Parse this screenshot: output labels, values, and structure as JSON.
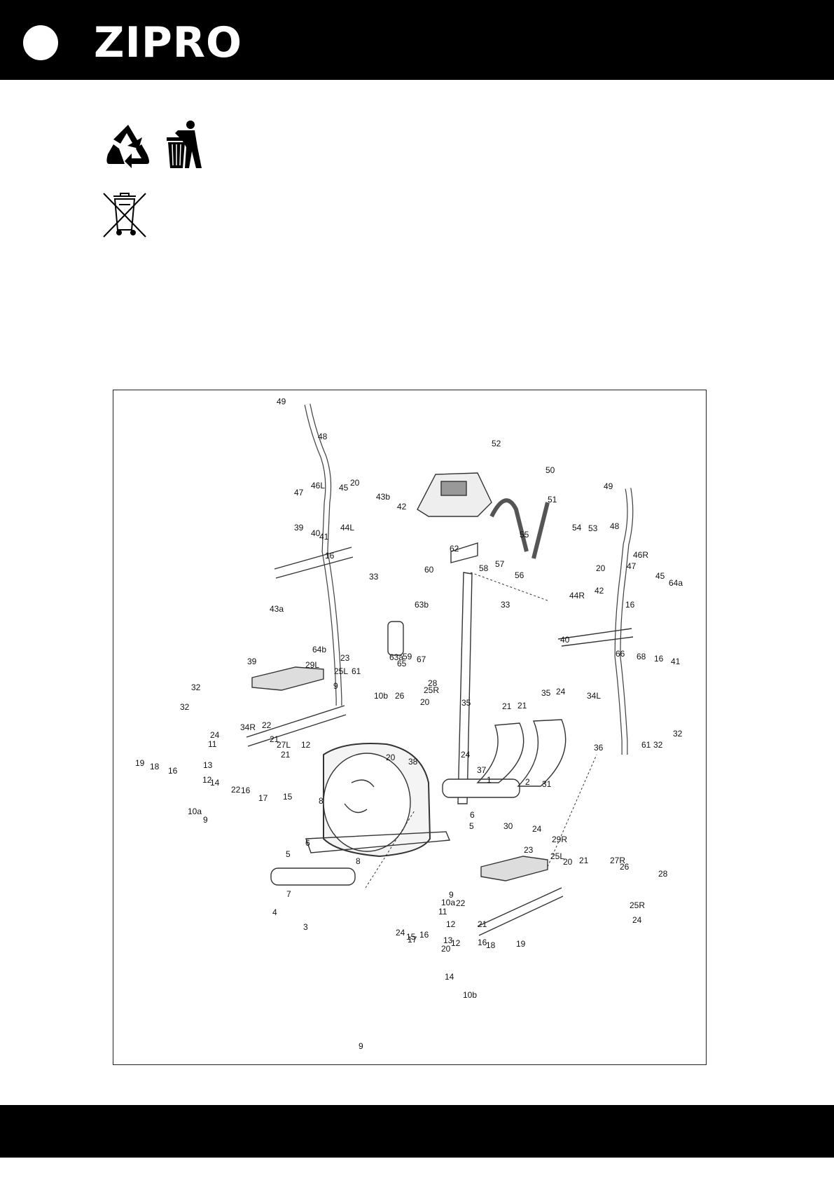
{
  "header": {
    "brand": "ZIPRO"
  },
  "icons": {
    "recycle": "recycle-icon",
    "tidy": "trash-bin-person-icon",
    "weee": "crossed-wheelie-bin-icon"
  },
  "diagram": {
    "callouts": [
      "49",
      "48",
      "46L",
      "47",
      "45",
      "20",
      "43b",
      "42",
      "39",
      "40",
      "41",
      "16",
      "44L",
      "43a",
      "33",
      "63b",
      "60",
      "52",
      "50",
      "51",
      "62",
      "58",
      "57",
      "56",
      "55",
      "54",
      "53",
      "49",
      "48",
      "46R",
      "20",
      "47",
      "45",
      "64a",
      "42",
      "16",
      "44R",
      "33",
      "63a",
      "59",
      "65",
      "67",
      "66",
      "68",
      "16",
      "41",
      "40",
      "39",
      "64b",
      "23",
      "29L",
      "61",
      "25L",
      "32",
      "32",
      "9",
      "10b",
      "26",
      "20",
      "25R",
      "28",
      "35",
      "21",
      "21",
      "35",
      "24",
      "34L",
      "34R",
      "22",
      "24",
      "21",
      "11",
      "12",
      "27L",
      "21",
      "20",
      "24",
      "36",
      "32",
      "32",
      "61",
      "19",
      "18",
      "16",
      "13",
      "12",
      "22",
      "16",
      "17",
      "15",
      "8",
      "38",
      "37",
      "1",
      "2",
      "31",
      "14",
      "10a",
      "6",
      "5",
      "30",
      "24",
      "9",
      "6",
      "5",
      "8",
      "23",
      "29R",
      "25L",
      "20",
      "21",
      "27R",
      "26",
      "28",
      "7",
      "4",
      "3",
      "24",
      "9",
      "10a",
      "22",
      "21",
      "11",
      "12",
      "25R",
      "24",
      "15",
      "17",
      "16",
      "13",
      "12",
      "16",
      "18",
      "19",
      "20",
      "14",
      "10b",
      "9"
    ]
  }
}
